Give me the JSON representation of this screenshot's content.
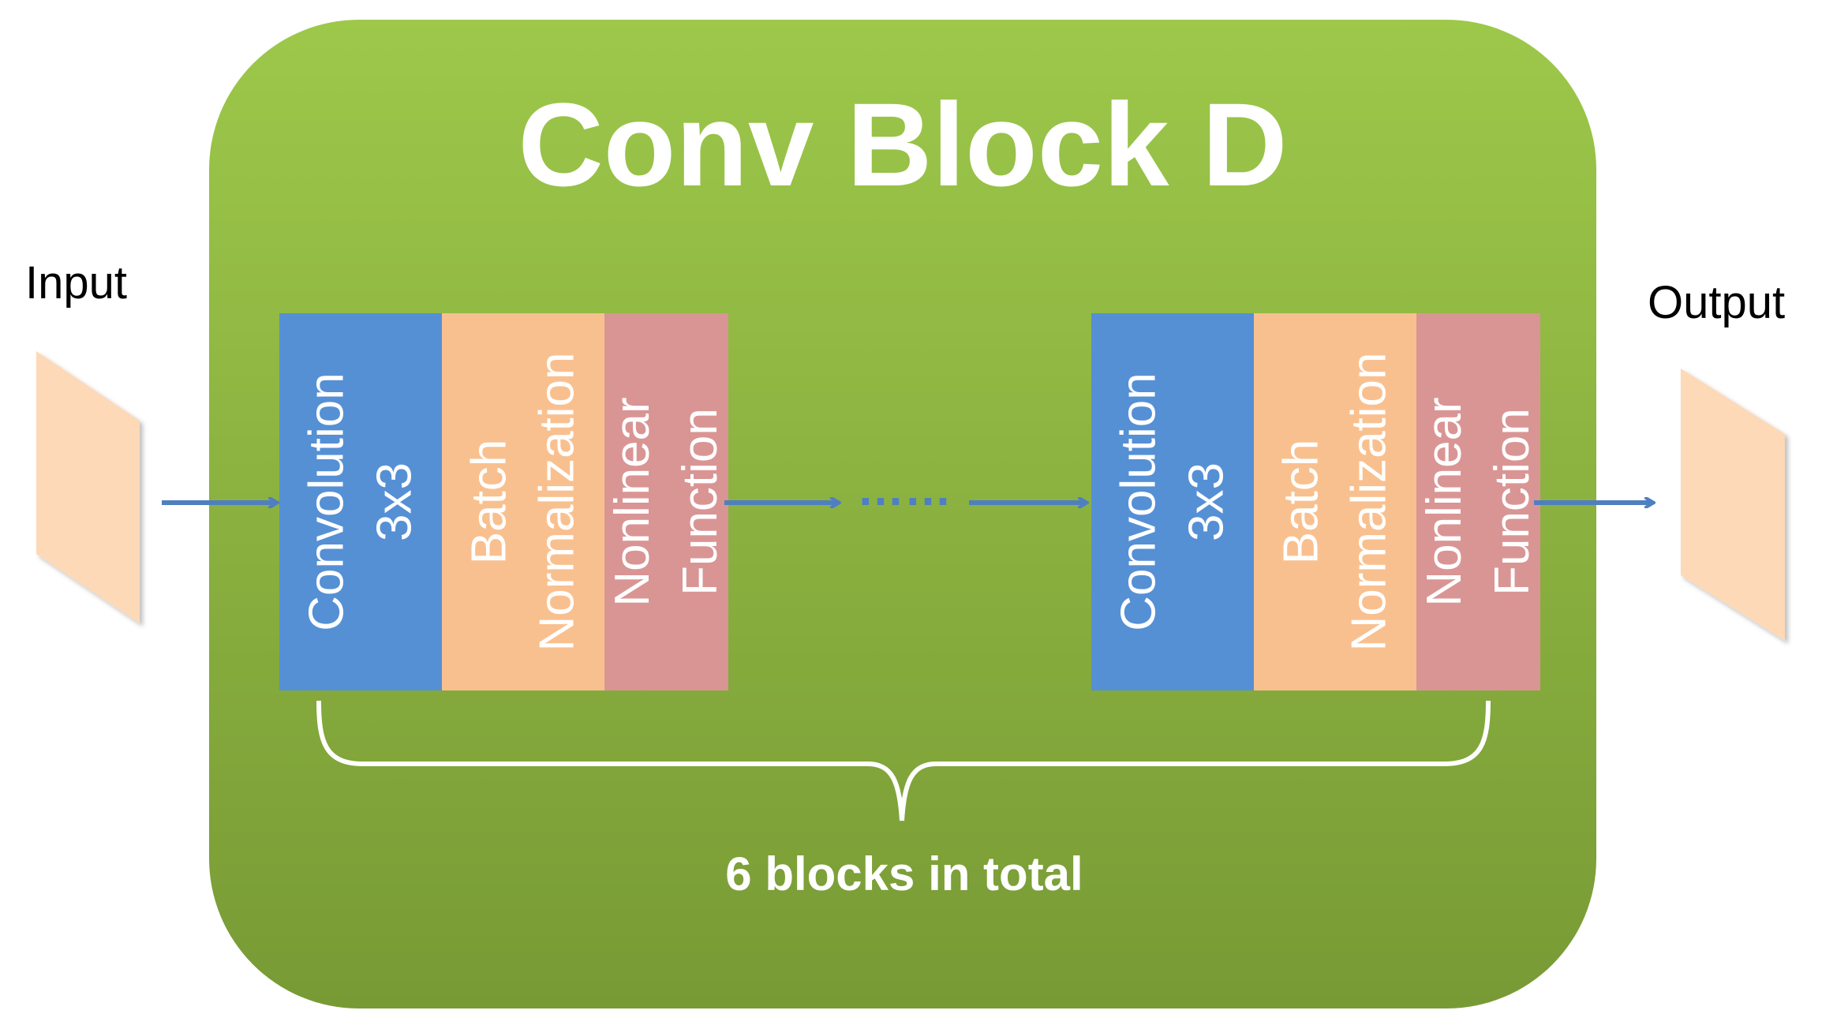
{
  "title": "Conv Block D",
  "input_label": "Input",
  "output_label": "Output",
  "ellipsis": "……",
  "total_label": "6 blocks in total",
  "block_layers": [
    {
      "lines": [
        "Convolution",
        "3x3"
      ],
      "color": "#5590d5"
    },
    {
      "lines": [
        "Batch",
        "Normalization"
      ],
      "color": "#f9c08f"
    },
    {
      "lines": [
        "Nonlinear",
        "Function"
      ],
      "color": "#d99594"
    }
  ],
  "colors": {
    "block_top": "#9dc84a",
    "block_bottom": "#789a35",
    "arrow": "#4f7fc0",
    "feature_map": "#fdd9b8"
  }
}
